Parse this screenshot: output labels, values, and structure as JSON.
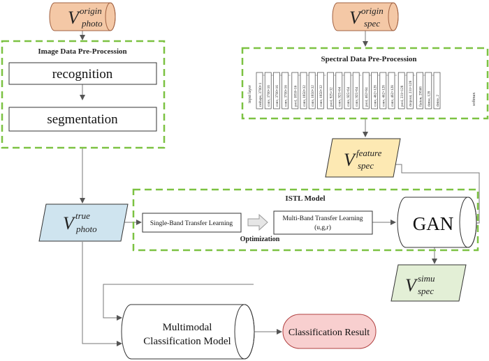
{
  "colors": {
    "origin_fill": "#f4c8a6",
    "origin_stroke": "#a06040",
    "dashed_green": "#7cc242",
    "feature_fill": "#fde9b3",
    "true_fill": "#cfe4ef",
    "simu_fill": "#e3efd6",
    "classify_fill": "#f8cfcf",
    "classify_stroke": "#b04040"
  },
  "inputs": {
    "photo": {
      "base": "V",
      "sup": "origin",
      "sub": "photo"
    },
    "spec": {
      "base": "V",
      "sup": "origin",
      "sub": "spec"
    }
  },
  "image_block": {
    "title": "Image Data Pre-Procession",
    "step1": "recognition",
    "step2": "segmentation"
  },
  "spectral_block": {
    "title": "Spectral Data Pre-Procession",
    "input_label": "input layer",
    "layers": [
      "reshape, 3700×1",
      "conv, 3700×16",
      "conv, 3700×16",
      "conv, 3700×16",
      "pool, 1850×16",
      "conv, 1850×32",
      "conv, 1850×32",
      "conv, 1850×32",
      "pool, 925×32",
      "conv, 925×64",
      "conv, 925×64",
      "conv, 925×64",
      "pool, 462×64",
      "conv, 462×128",
      "conv, 462×128",
      "conv, 462×128",
      "pool, 231×128",
      "dropout, 231×128",
      "flatten, 29568",
      "dense, 128",
      "dense, 2"
    ],
    "output_label": "softmax"
  },
  "feature": {
    "base": "V",
    "sup": "feature",
    "sub": "spec"
  },
  "true_photo": {
    "base": "V",
    "sup": "true",
    "sub": "photo"
  },
  "istl": {
    "title": "ISTL Model",
    "single_band": "Single-Band Transfer Learning",
    "multi_band_line1": "Multi-Band Transfer Learning",
    "multi_band_line2": "(u,g,r)",
    "optimization": "Optimization",
    "gan": "GAN"
  },
  "simu": {
    "base": "V",
    "sup": "simu",
    "sub": "spec"
  },
  "classifier": {
    "line1": "Multimodal",
    "line2": "Classification Model"
  },
  "result": "Classification Result"
}
